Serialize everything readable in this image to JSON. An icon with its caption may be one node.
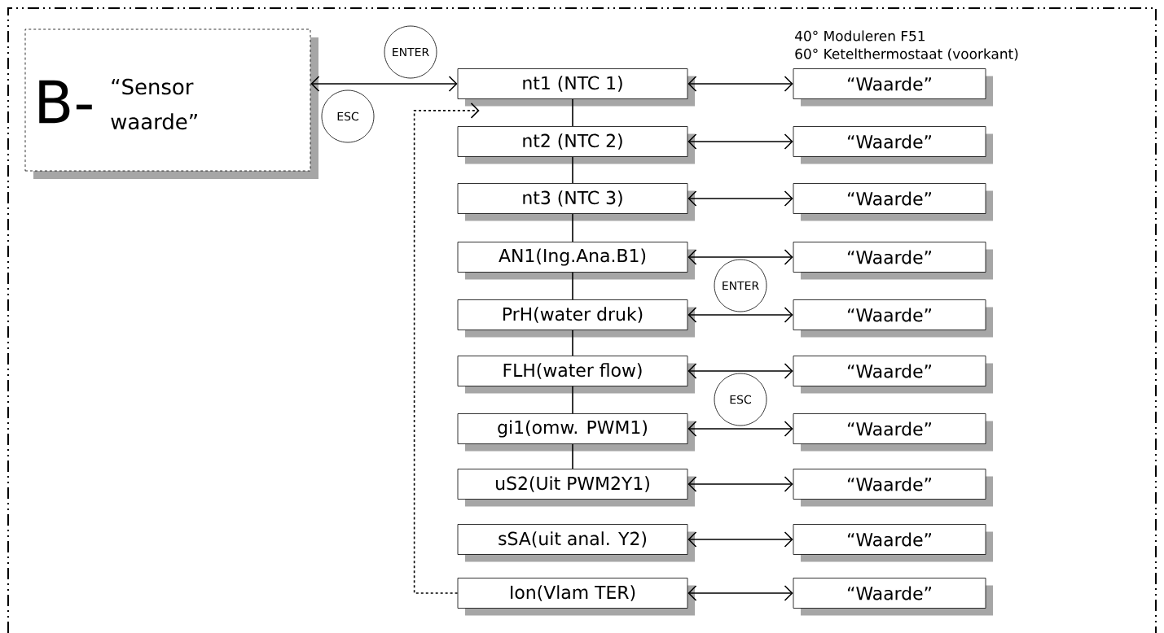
{
  "diagram": {
    "nodes": [
      {
        "text": [
          "B-",
          "“Sensor waarde”"
        ]
      },
      {
        "text": [
          "ENTER"
        ]
      },
      {
        "text": [
          "ESC"
        ]
      },
      {
        "text": [
          "nt1 (NTC 1)"
        ]
      },
      {
        "text": [
          "nt2 (NTC 2)"
        ]
      },
      {
        "text": [
          "nt3 (NTC 3)"
        ]
      },
      {
        "text": [
          "AN1(Ing.Ana.B1)"
        ]
      },
      {
        "text": [
          "PrH(water druk)"
        ]
      },
      {
        "text": [
          "FLH(water flow)"
        ]
      },
      {
        "text": [
          "gi1(omw. PWM1)"
        ]
      },
      {
        "text": [
          "uS2(Uit PWM2Y1)"
        ]
      },
      {
        "text": [
          "sSA(uit anal. Y2)"
        ]
      },
      {
        "text": [
          "Ion(Vlam TER)"
        ]
      },
      {
        "text": [
          "“Waarde”"
        ]
      },
      {
        "text": [
          "“Waarde”"
        ]
      },
      {
        "text": [
          "“Waarde”"
        ]
      },
      {
        "text": [
          "“Waarde”"
        ]
      },
      {
        "text": [
          "“Waarde”"
        ]
      },
      {
        "text": [
          "“Waarde”"
        ]
      },
      {
        "text": [
          "“Waarde”"
        ]
      },
      {
        "text": [
          "“Waarde”"
        ]
      },
      {
        "text": [
          "“Waarde”"
        ]
      },
      {
        "text": [
          "“Waarde”"
        ]
      },
      {
        "text": [
          "ENTER"
        ]
      },
      {
        "text": [
          "ESC"
        ]
      }
    ],
    "edges": [
      {
        "from": 0,
        "to": 3,
        "arrow": "both"
      },
      {
        "from": 3,
        "to": 13,
        "arrow": "both"
      },
      {
        "from": 4,
        "to": 14,
        "arrow": "both"
      },
      {
        "from": 5,
        "to": 15,
        "arrow": "both"
      },
      {
        "from": 6,
        "to": 16,
        "arrow": "both"
      },
      {
        "from": 7,
        "to": 17,
        "arrow": "both"
      },
      {
        "from": 8,
        "to": 18,
        "arrow": "both"
      },
      {
        "from": 9,
        "to": 19,
        "arrow": "both"
      },
      {
        "from": 10,
        "to": 20,
        "arrow": "both"
      },
      {
        "from": 11,
        "to": 21,
        "arrow": "both"
      },
      {
        "from": 12,
        "to": 22,
        "arrow": "both"
      },
      {
        "from": 3,
        "to": 4,
        "arrow": "none"
      },
      {
        "from": 4,
        "to": 5,
        "arrow": "none"
      },
      {
        "from": 5,
        "to": 6,
        "arrow": "none"
      },
      {
        "from": 6,
        "to": 7,
        "arrow": "none"
      },
      {
        "from": 7,
        "to": 8,
        "arrow": "none"
      },
      {
        "from": 8,
        "to": 9,
        "arrow": "none"
      },
      {
        "from": 9,
        "to": 10,
        "arrow": "none"
      },
      {
        "from": 12,
        "to": 3,
        "arrow": "to",
        "style": "dashed"
      }
    ],
    "labels": [
      "40° Moduleren F51",
      "60° Ketelthermostaat (voorkant)"
    ]
  }
}
